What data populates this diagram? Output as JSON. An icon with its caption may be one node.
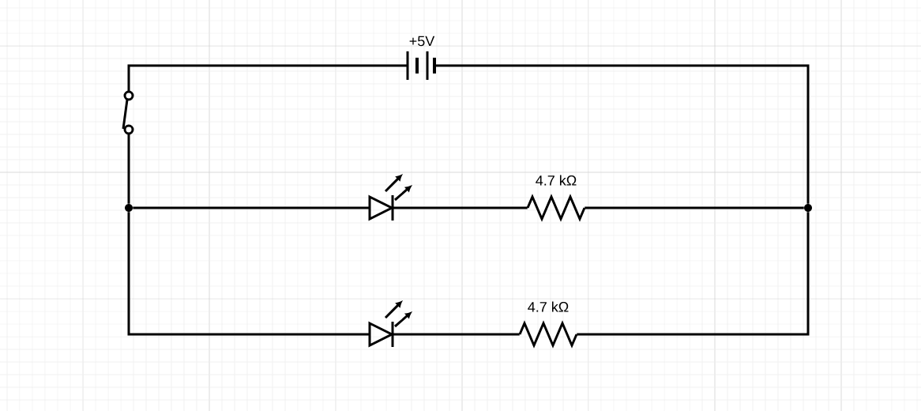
{
  "diagram": {
    "nodes": [
      {
        "text": [],
        "shape": "battery",
        "beside": [
          "+5V"
        ]
      },
      {
        "text": [],
        "shape": "switch"
      },
      {
        "text": [],
        "shape": "circle"
      },
      {
        "text": [],
        "shape": "circle"
      },
      {
        "text": [],
        "shape": "diode"
      },
      {
        "text": [],
        "shape": "resistor",
        "beside": [
          "4.7 kΩ"
        ]
      },
      {
        "text": [],
        "shape": "diode"
      },
      {
        "text": [],
        "shape": "resistor",
        "beside": [
          "4.7 kΩ"
        ]
      }
    ],
    "edges": [
      {
        "from": 0,
        "to": 1,
        "arrow": "none"
      },
      {
        "from": 0,
        "to": 3,
        "arrow": "none"
      },
      {
        "from": 1,
        "to": 2,
        "arrow": "none"
      },
      {
        "from": 2,
        "to": 4,
        "arrow": "none"
      },
      {
        "from": 4,
        "to": 5,
        "arrow": "none"
      },
      {
        "from": 5,
        "to": 3,
        "arrow": "none"
      },
      {
        "from": 2,
        "to": 6,
        "arrow": "none"
      },
      {
        "from": 6,
        "to": 7,
        "arrow": "none"
      },
      {
        "from": 7,
        "to": 3,
        "arrow": "none"
      }
    ]
  }
}
